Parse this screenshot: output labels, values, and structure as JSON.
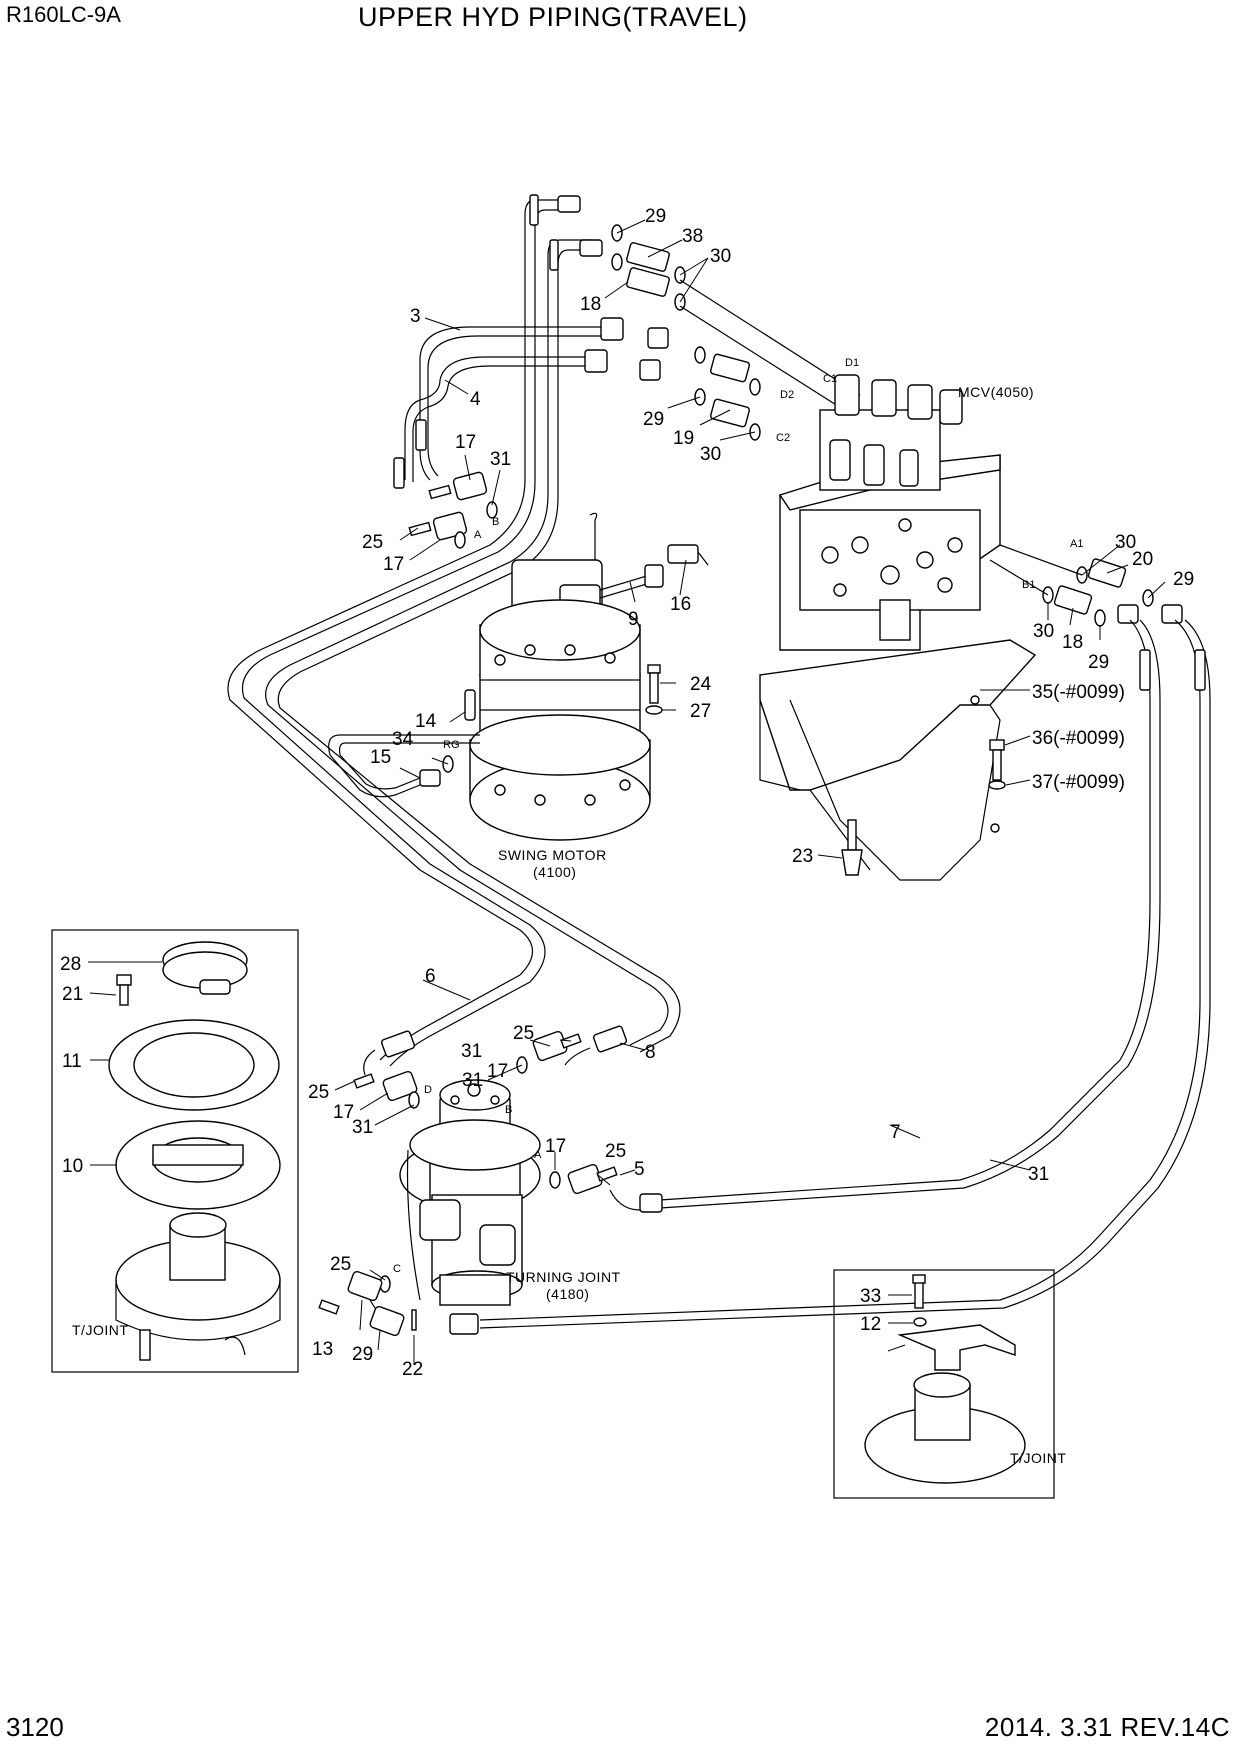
{
  "header": {
    "model": "R160LC-9A",
    "title": "UPPER HYD PIPING(TRAVEL)"
  },
  "footer": {
    "page_number": "3120",
    "revision": "2014. 3.31  REV.14C"
  },
  "captions": {
    "mcv": "MCV(4050)",
    "swing_motor_line1": "SWING MOTOR",
    "swing_motor_line2": "(4100)",
    "turning_joint_line1": "TURNING JOINT",
    "turning_joint_line2": "(4180)",
    "tjoint_left": "T/JOINT",
    "tjoint_right": "T/JOINT"
  },
  "port_labels": [
    "D1",
    "C1",
    "D2",
    "C2",
    "A1",
    "B1",
    "B",
    "A",
    "RG",
    "D",
    "B",
    "A",
    "C"
  ],
  "callouts": [
    "29",
    "38",
    "30",
    "18",
    "3",
    "4",
    "29",
    "19",
    "30",
    "17",
    "31",
    "25",
    "17",
    "9",
    "16",
    "24",
    "27",
    "14",
    "34",
    "15",
    "30",
    "20",
    "29",
    "30",
    "18",
    "29",
    "35(-#0099)",
    "36(-#0099)",
    "37(-#0099)",
    "23",
    "28",
    "21",
    "11",
    "10",
    "6",
    "25",
    "31",
    "17",
    "8",
    "25",
    "17",
    "31",
    "31",
    "17",
    "25",
    "5",
    "7",
    "31",
    "25",
    "13",
    "29",
    "22",
    "33",
    "12"
  ]
}
